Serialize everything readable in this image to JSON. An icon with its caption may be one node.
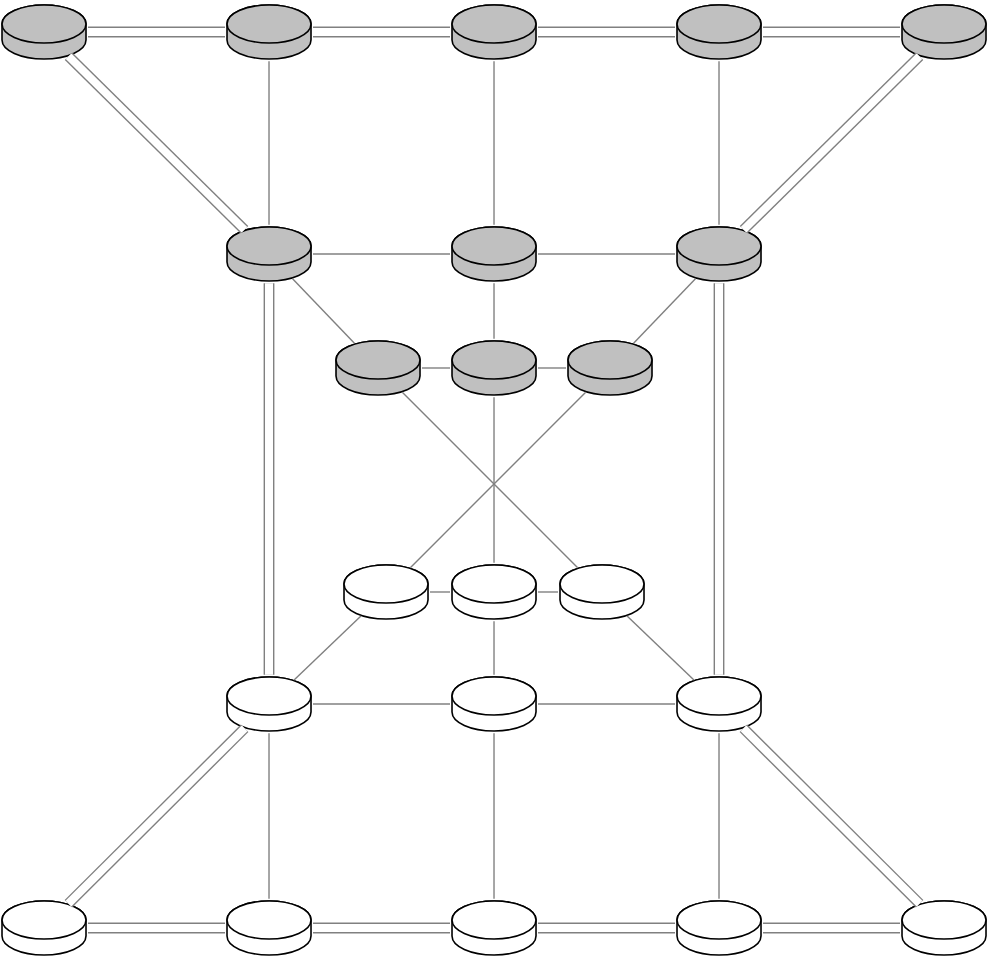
{
  "diagram": {
    "nodes": [
      {
        "text": [],
        "shape": "cylinder"
      },
      {
        "text": [],
        "shape": "cylinder"
      },
      {
        "text": [],
        "shape": "cylinder"
      },
      {
        "text": [],
        "shape": "cylinder"
      },
      {
        "text": [],
        "shape": "cylinder"
      },
      {
        "text": [],
        "shape": "cylinder"
      },
      {
        "text": [],
        "shape": "cylinder"
      },
      {
        "text": [],
        "shape": "cylinder"
      },
      {
        "text": [],
        "shape": "cylinder"
      },
      {
        "text": [],
        "shape": "cylinder"
      },
      {
        "text": [],
        "shape": "cylinder"
      },
      {
        "text": [],
        "shape": "cylinder"
      },
      {
        "text": [],
        "shape": "cylinder"
      },
      {
        "text": [],
        "shape": "cylinder"
      },
      {
        "text": [],
        "shape": "cylinder"
      },
      {
        "text": [],
        "shape": "cylinder"
      },
      {
        "text": [],
        "shape": "cylinder"
      },
      {
        "text": [],
        "shape": "cylinder"
      },
      {
        "text": [],
        "shape": "cylinder"
      },
      {
        "text": [],
        "shape": "cylinder"
      },
      {
        "text": [],
        "shape": "cylinder"
      },
      {
        "text": [],
        "shape": "cylinder"
      }
    ],
    "edges": [
      {
        "from": 0,
        "to": 1,
        "arrow": "none",
        "style": "thick"
      },
      {
        "from": 1,
        "to": 2,
        "arrow": "none",
        "style": "thick"
      },
      {
        "from": 2,
        "to": 3,
        "arrow": "none",
        "style": "thick"
      },
      {
        "from": 3,
        "to": 4,
        "arrow": "none",
        "style": "thick"
      },
      {
        "from": 0,
        "to": 5,
        "arrow": "none",
        "style": "thick"
      },
      {
        "from": 1,
        "to": 5,
        "arrow": "none"
      },
      {
        "from": 2,
        "to": 6,
        "arrow": "none"
      },
      {
        "from": 3,
        "to": 7,
        "arrow": "none"
      },
      {
        "from": 4,
        "to": 7,
        "arrow": "none",
        "style": "thick"
      },
      {
        "from": 5,
        "to": 6,
        "arrow": "none"
      },
      {
        "from": 6,
        "to": 7,
        "arrow": "none"
      },
      {
        "from": 5,
        "to": 8,
        "arrow": "none"
      },
      {
        "from": 6,
        "to": 9,
        "arrow": "none"
      },
      {
        "from": 7,
        "to": 10,
        "arrow": "none"
      },
      {
        "from": 8,
        "to": 9,
        "arrow": "none"
      },
      {
        "from": 9,
        "to": 10,
        "arrow": "none"
      },
      {
        "from": 8,
        "to": 13,
        "arrow": "none"
      },
      {
        "from": 9,
        "to": 12,
        "arrow": "none"
      },
      {
        "from": 10,
        "to": 11,
        "arrow": "none"
      },
      {
        "from": 11,
        "to": 12,
        "arrow": "none"
      },
      {
        "from": 12,
        "to": 13,
        "arrow": "none"
      },
      {
        "from": 5,
        "to": 14,
        "arrow": "none",
        "style": "thick"
      },
      {
        "from": 7,
        "to": 16,
        "arrow": "none",
        "style": "thick"
      },
      {
        "from": 11,
        "to": 14,
        "arrow": "none"
      },
      {
        "from": 12,
        "to": 15,
        "arrow": "none"
      },
      {
        "from": 13,
        "to": 16,
        "arrow": "none"
      },
      {
        "from": 14,
        "to": 15,
        "arrow": "none"
      },
      {
        "from": 15,
        "to": 16,
        "arrow": "none"
      },
      {
        "from": 14,
        "to": 17,
        "arrow": "none",
        "style": "thick"
      },
      {
        "from": 14,
        "to": 18,
        "arrow": "none"
      },
      {
        "from": 15,
        "to": 19,
        "arrow": "none"
      },
      {
        "from": 16,
        "to": 20,
        "arrow": "none"
      },
      {
        "from": 16,
        "to": 21,
        "arrow": "none",
        "style": "thick"
      },
      {
        "from": 17,
        "to": 18,
        "arrow": "none",
        "style": "thick"
      },
      {
        "from": 18,
        "to": 19,
        "arrow": "none",
        "style": "thick"
      },
      {
        "from": 19,
        "to": 20,
        "arrow": "none",
        "style": "thick"
      },
      {
        "from": 20,
        "to": 21,
        "arrow": "none",
        "style": "thick"
      }
    ]
  }
}
